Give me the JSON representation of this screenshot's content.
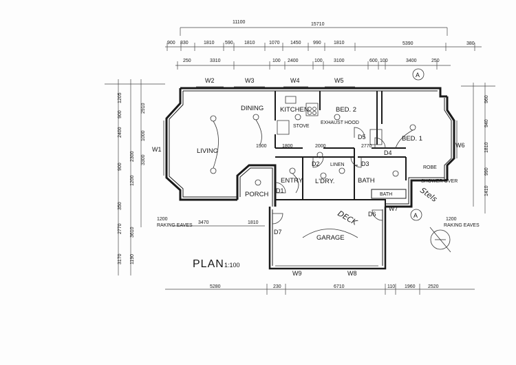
{
  "title": "PLAN",
  "scale": "1:100",
  "rooms": {
    "dining": "DINING",
    "kitchen": "KITCHEN",
    "bed2": "BED. 2",
    "bed1": "BED. 1",
    "living": "LIVING",
    "entry": "ENTRY",
    "porch": "PORCH",
    "ldry": "L'DRY.",
    "bath": "BATH",
    "garage": "GARAGE"
  },
  "windows": [
    "W1",
    "W2",
    "W3",
    "W4",
    "W5",
    "W6",
    "W7",
    "W8",
    "W9"
  ],
  "doors": [
    "D1",
    "D2",
    "D3",
    "D4",
    "D5",
    "D6",
    "D7"
  ],
  "section_marker": "A",
  "top_dimensions": {
    "overall": "15710",
    "left": "11100",
    "right": "5390",
    "row1": [
      "900",
      "830",
      "1810",
      "590",
      "1810",
      "1070",
      "1450",
      "990",
      "1810"
    ],
    "row2": [
      "250",
      "3310",
      "100",
      "2400",
      "100",
      "3100",
      "600",
      "100",
      "3400",
      "250"
    ],
    "row2_right": "380"
  },
  "bottom_dimensions": [
    "5280",
    "230",
    "6710",
    "110",
    "1960",
    "2520"
  ],
  "interior_dimensions": [
    "1900",
    "1800",
    "2000",
    "2770",
    "3470",
    "1810"
  ],
  "left_dimensions": [
    "1205",
    "2910",
    "900",
    "2400",
    "1000",
    "2300",
    "3300",
    "900",
    "1200",
    "350",
    "2770",
    "3610",
    "3170",
    "1190"
  ],
  "right_dimensions": [
    "960",
    "940",
    "1810",
    "990",
    "1410"
  ],
  "annotations": {
    "stove": "STOVE",
    "exhaust_hood": "EXHAUST HOOD",
    "linen": "LINEN",
    "robe": "ROBE",
    "raking_eaves_left": "RAKING EAVES",
    "raking_eaves_right": "RAKING EAVES",
    "shower_over": "SHOWER OVER",
    "bath_fixture": "BATH",
    "eaves_1200_left": "1200",
    "eaves_1200_right": "1200",
    "handwritten_deck": "DECK",
    "handwritten_rhs": "Stels"
  }
}
